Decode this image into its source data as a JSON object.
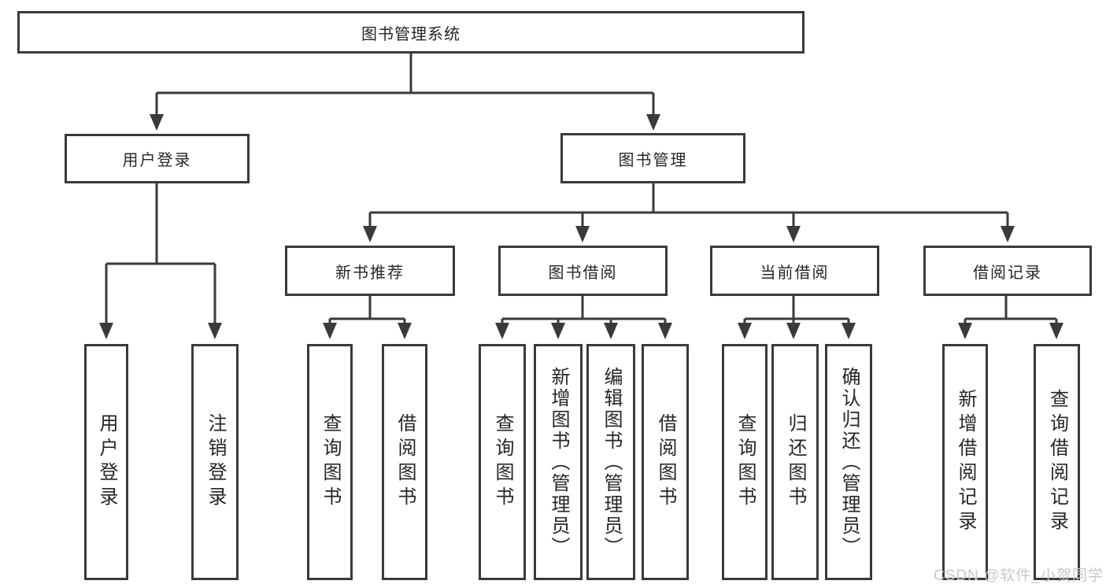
{
  "tree": {
    "label": "图书管理系统",
    "children": [
      {
        "label": "用户登录",
        "children": [
          {
            "label": "用户登录"
          },
          {
            "label": "注销登录"
          }
        ]
      },
      {
        "label": "图书管理",
        "children": [
          {
            "label": "新书推荐",
            "children": [
              {
                "label": "查询图书"
              },
              {
                "label": "借阅图书"
              }
            ]
          },
          {
            "label": "图书借阅",
            "children": [
              {
                "label": "查询图书"
              },
              {
                "label": "新增图书（管理员）"
              },
              {
                "label": "编辑图书（管理员）"
              },
              {
                "label": "借阅图书"
              }
            ]
          },
          {
            "label": "当前借阅",
            "children": [
              {
                "label": "查询图书"
              },
              {
                "label": "归还图书"
              },
              {
                "label": "确认归还（管理员）"
              }
            ]
          },
          {
            "label": "借阅记录",
            "children": [
              {
                "label": "新增借阅记录"
              },
              {
                "label": "查询借阅记录"
              }
            ]
          }
        ]
      }
    ]
  },
  "watermark": {
    "text": "CSDN @软件_小贺同学"
  },
  "colors": {
    "line": "#3a3a3a",
    "box_border": "#3a3a3a",
    "text": "#262626",
    "watermark": "#c8c8c8",
    "background": "#ffffff"
  }
}
